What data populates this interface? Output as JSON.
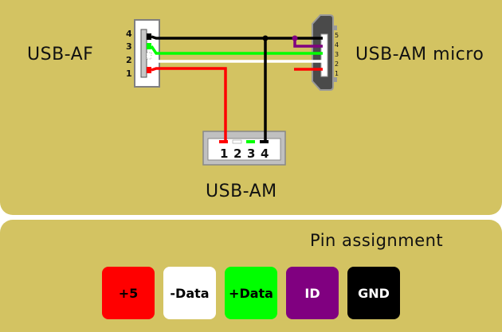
{
  "diagram": {
    "title": "USB OTG cable wiring",
    "connectors": {
      "usb_af": {
        "label": "USB-AF",
        "pins": [
          "4",
          "3",
          "2",
          "1"
        ]
      },
      "usb_am_micro": {
        "label": "USB-AM micro",
        "pins": [
          "5",
          "4",
          "3",
          "2",
          "1"
        ]
      },
      "usb_am": {
        "label": "USB-AM",
        "pins": [
          "1",
          "2",
          "3",
          "4"
        ]
      }
    },
    "wires": [
      {
        "signal": "GND",
        "color": "#000000",
        "from": "USB-AF pin 4",
        "to": [
          "USB-AM micro pin 5",
          "USB-AM micro pin 4",
          "USB-AM pin 4"
        ]
      },
      {
        "signal": "+Data",
        "color": "#00ff00",
        "from": "USB-AF pin 3",
        "to": [
          "USB-AM micro pin 3"
        ]
      },
      {
        "signal": "-Data",
        "color": "#ffffff",
        "from": "USB-AF pin 2",
        "to": [
          "USB-AM micro pin 2"
        ]
      },
      {
        "signal": "+5",
        "color": "#ff0000",
        "from": "USB-AF pin 1",
        "to": [
          "USB-AM pin 1"
        ]
      },
      {
        "signal": "+5",
        "color": "#ff0000",
        "from": "USB-AM micro pin 1",
        "to": []
      }
    ]
  },
  "legend": {
    "title": "Pin assignment",
    "items": [
      {
        "label": "+5",
        "color": "#ff0000",
        "text_color": "#000000"
      },
      {
        "label": "-Data",
        "color": "#ffffff",
        "text_color": "#000000"
      },
      {
        "label": "+Data",
        "color": "#00ff00",
        "text_color": "#000000"
      },
      {
        "label": "ID",
        "color": "#800080",
        "text_color": "#ffffff"
      },
      {
        "label": "GND",
        "color": "#000000",
        "text_color": "#ffffff"
      }
    ]
  },
  "colors": {
    "panel": "#d3c362",
    "background": "#ffffff"
  }
}
